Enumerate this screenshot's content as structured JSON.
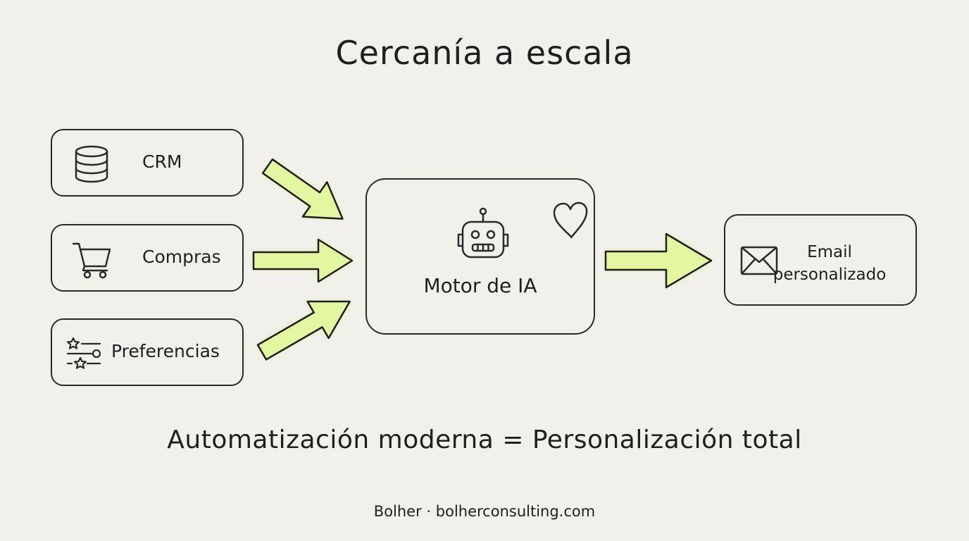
{
  "title": "Cercanía a escala",
  "sources": {
    "crm": {
      "label": "CRM",
      "icon": "database-icon"
    },
    "compras": {
      "label": "Compras",
      "icon": "shopping-cart-icon"
    },
    "preferencias": {
      "label": "Preferencias",
      "icon": "star-sliders-icon"
    }
  },
  "engine": {
    "label": "Motor de IA",
    "icon": "robot-icon",
    "accent_icon": "heart-icon"
  },
  "output": {
    "label_line1": "Email",
    "label_line2": "personalizado",
    "icon": "envelope-icon"
  },
  "equation": "Automatización moderna = Personalización total",
  "footer": "Bolher · bolherconsulting.com",
  "colors": {
    "arrow_fill": "#e2f7a0",
    "arrow_glow": "#d7f26c",
    "stroke": "#2a2a2a",
    "background": "#f2f0eb"
  }
}
